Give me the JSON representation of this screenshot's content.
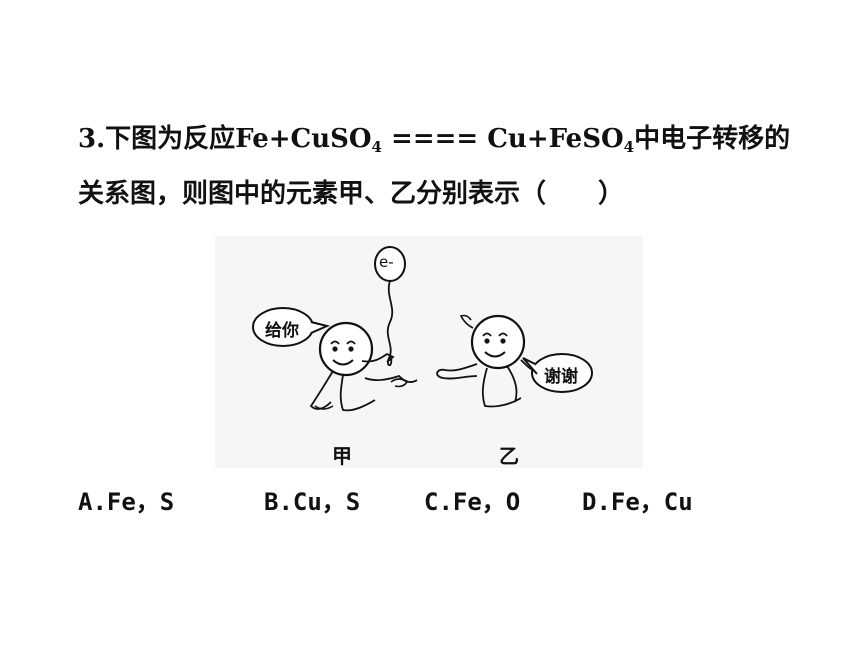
{
  "question": {
    "number": "3.",
    "text_a": "下图为反应Fe+CuSO",
    "sub_a": "4",
    "text_b": " ==== Cu+FeSO",
    "sub_b": "4",
    "text_c": "中电子转移的关系图，则图中的元素甲、乙分别表示（　　）"
  },
  "figure": {
    "electron": "e-",
    "left_bubble": "给你",
    "right_bubble": "谢谢",
    "left_name": "甲",
    "right_name": "乙"
  },
  "options": [
    {
      "text": "A.Fe，S"
    },
    {
      "text": "B.Cu，S"
    },
    {
      "text": "C.Fe，O"
    },
    {
      "text": "D.Fe，Cu"
    }
  ]
}
